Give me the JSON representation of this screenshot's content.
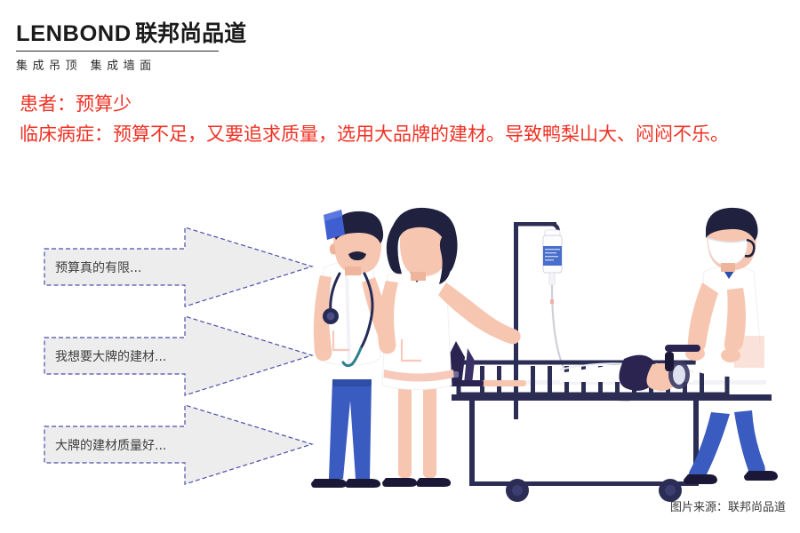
{
  "brand": {
    "latin_name": "LENBOND",
    "chinese_name": "联邦尚品道",
    "tagline": "集成吊顶  集成墙面"
  },
  "headline": {
    "line1": "患者：预算少",
    "line2": "临床病症：预算不足，又要追求质量，选用大品牌的建材。导致鸭梨山大、闷闷不乐。",
    "color": "#ef3124"
  },
  "callouts": [
    {
      "label": "预算真的有限..."
    },
    {
      "label": "我想要大牌的建材..."
    },
    {
      "label": "大牌的建材质量好..."
    }
  ],
  "callout_style": {
    "fill": "#ededed",
    "stroke": "#4a4fa8"
  },
  "illustration": {
    "alt": "卡通插画：医生与护士站在输液架旁，病人躺在推床上，戴口罩的医护人员推床",
    "figures": [
      {
        "name": "doctor",
        "label": "男医生（蓝色手术帽、胡子、听诊器）"
      },
      {
        "name": "nurse",
        "label": "女护士（长发、白大褂）"
      },
      {
        "name": "patient",
        "label": "躺在推床上的病人"
      },
      {
        "name": "orderly",
        "label": "戴口罩推床的医护人员"
      }
    ],
    "palette": {
      "navy": "#2b2d55",
      "blue": "#3a5bbf",
      "cap_blue": "#3f5fd0",
      "skin": "#f7c6b0",
      "coat": "#ffffff",
      "coat_shade": "#f1f1f7",
      "hair": "#20213f",
      "accent_pink": "#f4b3a5"
    }
  },
  "source_credit": "图片来源：联邦尚品道"
}
